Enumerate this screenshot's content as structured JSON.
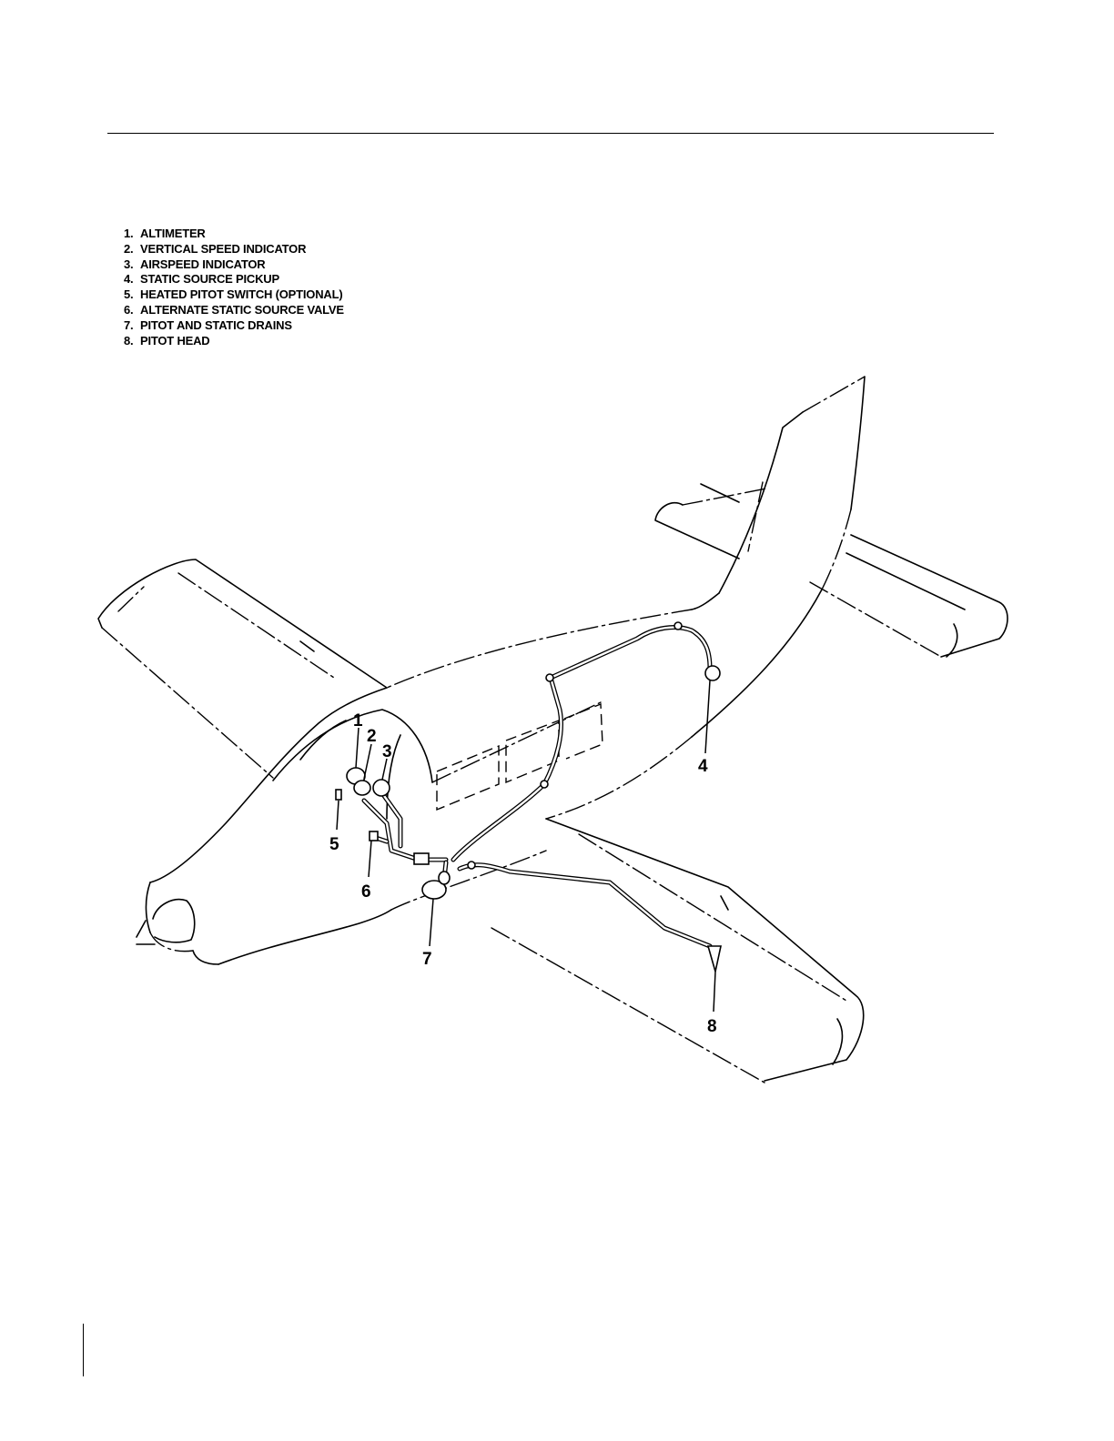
{
  "legend": {
    "items": [
      {
        "num": "1.",
        "label": "ALTIMETER"
      },
      {
        "num": "2.",
        "label": "VERTICAL SPEED INDICATOR"
      },
      {
        "num": "3.",
        "label": "AIRSPEED INDICATOR"
      },
      {
        "num": "4.",
        "label": "STATIC SOURCE PICKUP"
      },
      {
        "num": "5.",
        "label": "HEATED PITOT SWITCH (OPTIONAL)"
      },
      {
        "num": "6.",
        "label": "ALTERNATE STATIC SOURCE VALVE"
      },
      {
        "num": "7.",
        "label": "PITOT AND STATIC DRAINS"
      },
      {
        "num": "8.",
        "label": "PITOT HEAD"
      }
    ]
  },
  "callouts": {
    "c1": "1",
    "c2": "2",
    "c3": "3",
    "c4": "4",
    "c5": "5",
    "c6": "6",
    "c7": "7",
    "c8": "8"
  }
}
